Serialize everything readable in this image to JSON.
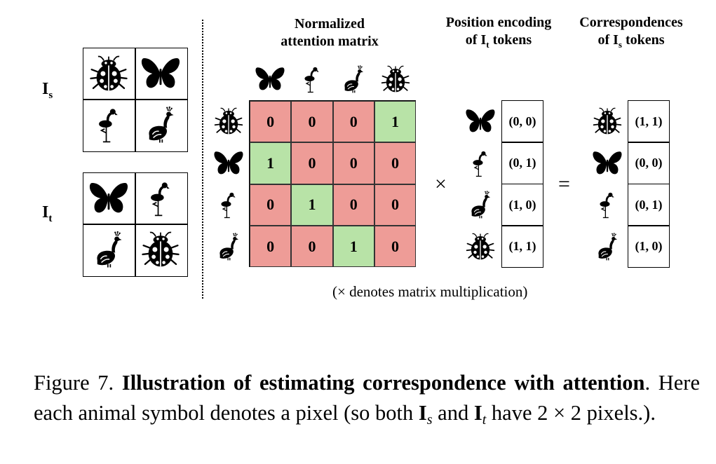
{
  "labels": {
    "source_main": "I",
    "source_sub": "s",
    "target_main": "I",
    "target_sub": "t"
  },
  "headers": {
    "matrix_line1": "Normalized",
    "matrix_line2": "attention matrix",
    "pos_line1": "Position encoding",
    "pos_line2_pre": "of ",
    "pos_line2_main": "I",
    "pos_line2_sub": "t",
    "pos_line2_post": " tokens",
    "corr_line1": "Correspondences",
    "corr_line2_pre": "of ",
    "corr_line2_main": "I",
    "corr_line2_sub": "s",
    "corr_line2_post": " tokens"
  },
  "grids": {
    "source": [
      "ladybug",
      "butterfly",
      "flamingo",
      "peacock"
    ],
    "target": [
      "butterfly",
      "flamingo",
      "peacock",
      "ladybug"
    ]
  },
  "matrix": {
    "col_icons": [
      "butterfly",
      "flamingo",
      "peacock",
      "ladybug"
    ],
    "row_icons": [
      "ladybug",
      "butterfly",
      "flamingo",
      "peacock"
    ],
    "values": [
      [
        "0",
        "0",
        "0",
        "1"
      ],
      [
        "1",
        "0",
        "0",
        "0"
      ],
      [
        "0",
        "1",
        "0",
        "0"
      ],
      [
        "0",
        "0",
        "1",
        "0"
      ]
    ],
    "color_one": "#b8e3a7",
    "color_zero": "#ee9c97"
  },
  "position_encoding": {
    "icons": [
      "butterfly",
      "flamingo",
      "peacock",
      "ladybug"
    ],
    "values": [
      "(0, 0)",
      "(0, 1)",
      "(1, 0)",
      "(1, 1)"
    ]
  },
  "correspondences": {
    "icons": [
      "ladybug",
      "butterfly",
      "flamingo",
      "peacock"
    ],
    "values": [
      "(1, 1)",
      "(0, 0)",
      "(0, 1)",
      "(1, 0)"
    ]
  },
  "operators": {
    "times": "×",
    "equals": "="
  },
  "note": "(× denotes matrix multiplication)",
  "caption": {
    "prefix": "Figure 7. ",
    "bold": "Illustration of estimating correspondence with attention",
    "text1": ". Here each animal symbol denotes a pixel (so both ",
    "is_main": "I",
    "is_sub": "s",
    "and": " and ",
    "it_main": "I",
    "it_sub": "t",
    "text2": " have 2 × 2 pixels.)."
  }
}
